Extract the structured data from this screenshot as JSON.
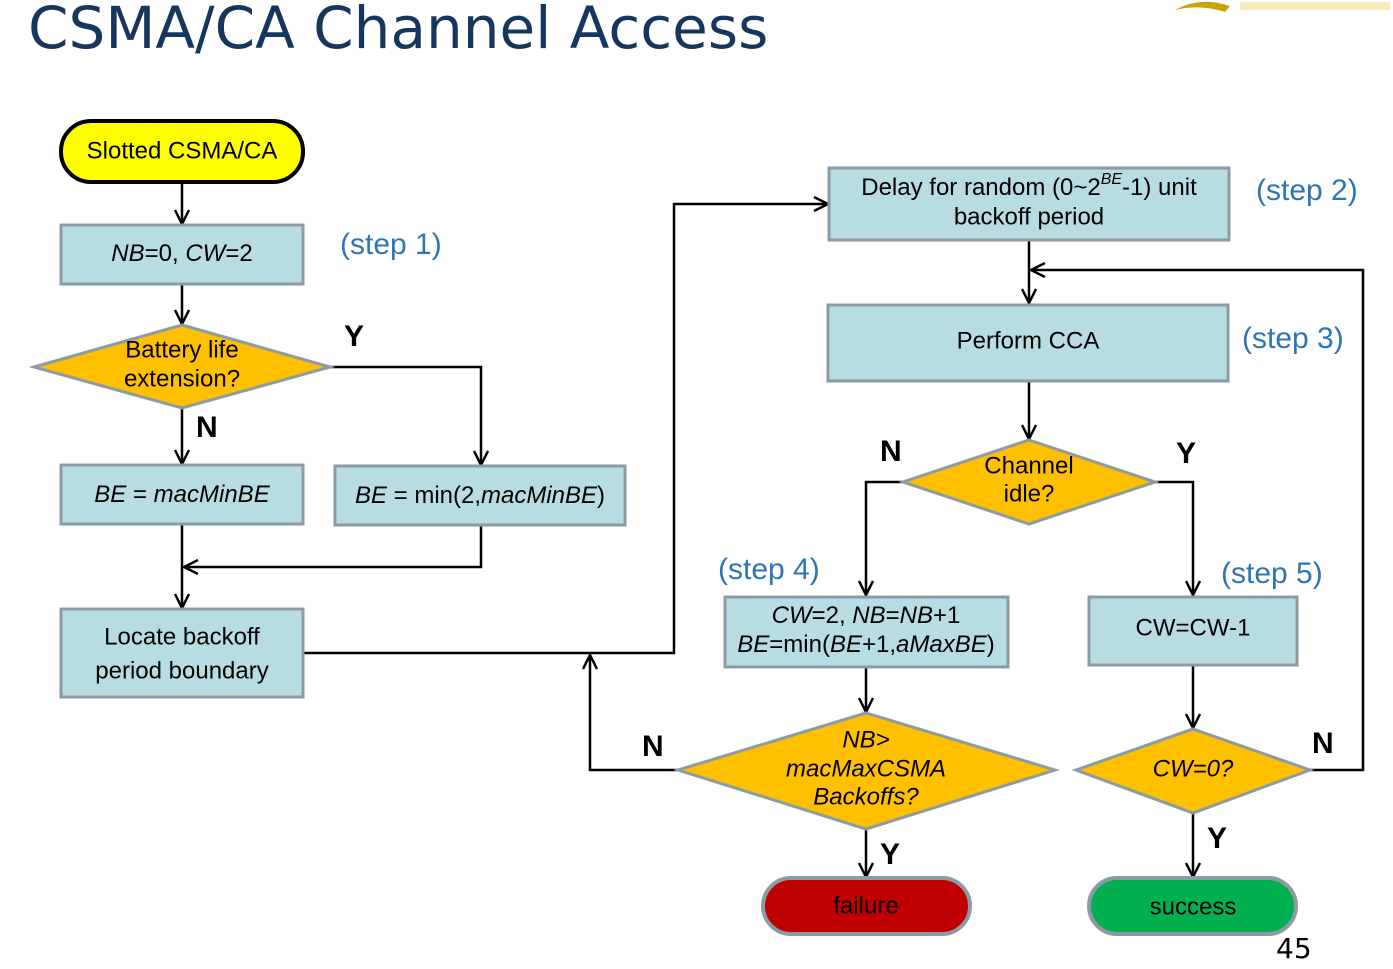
{
  "title": "CSMA/CA Channel Access",
  "page_number": "45",
  "colors": {
    "title": "#17365d",
    "process_fill": "#b7dde3",
    "process_stroke": "#8c9aa3",
    "decision_fill": "#ffc000",
    "start_fill": "#ffff00",
    "failure_fill": "#c00000",
    "success_fill": "#00b050",
    "step_label": "#2e75b6",
    "arrow": "#000000"
  },
  "nodes": {
    "start": "Slotted CSMA/CA",
    "init": {
      "p1": "NB",
      "p2": "=0, ",
      "p3": "CW",
      "p4": "=2"
    },
    "battery": {
      "line1": "Battery life",
      "line2": "extension?"
    },
    "be_min": {
      "p1": "BE",
      "p2": " = ",
      "p3": "macMinBE"
    },
    "be_min2": {
      "p1": "BE",
      "p2": " = min(2,",
      "p3": "macMinBE",
      "p4": ")"
    },
    "locate": {
      "line1": "Locate backoff",
      "line2": "period boundary"
    },
    "delay": {
      "p1": "Delay for random (0~2",
      "sup": "BE",
      "p2": "-1) unit",
      "line2": "backoff period"
    },
    "cca": "Perform CCA",
    "channel": {
      "line1": "Channel",
      "line2": "idle?"
    },
    "step4_box": {
      "l1a": "CW",
      "l1b": "=2, ",
      "l1c": "NB",
      "l1d": "=",
      "l1e": "NB",
      "l1f": "+1",
      "l2a": "BE",
      "l2b": "=min(",
      "l2c": "BE",
      "l2d": "+1,",
      "l2e": "aMaxBE",
      "l2f": ")"
    },
    "nb_check": {
      "line1": "NB>",
      "line2": "macMaxCSMA",
      "line3": "Backoffs?"
    },
    "cw_dec": "CW=CW-1",
    "cw_check": "CW=0?",
    "failure": "failure",
    "success": "success"
  },
  "step_labels": {
    "step1": "(step 1)",
    "step2": "(step 2)",
    "step3": "(step 3)",
    "step4": "(step 4)",
    "step5": "(step 5)"
  },
  "branch_labels": {
    "battery_yes": "Y",
    "battery_no": "N",
    "channel_no": "N",
    "channel_yes": "Y",
    "nb_no": "N",
    "nb_yes": "Y",
    "cw_no": "N",
    "cw_yes": "Y"
  }
}
